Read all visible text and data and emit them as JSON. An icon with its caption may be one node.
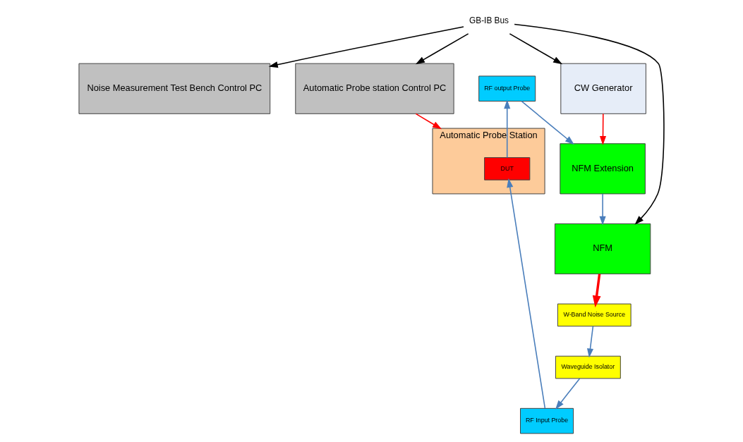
{
  "diagram": {
    "nodes": [
      {
        "text": [
          "Noise Measurement Test Bench Control PC"
        ]
      },
      {
        "text": [
          "Automatic Probe station Control PC"
        ]
      },
      {
        "text": [
          "CW Generator"
        ]
      },
      {
        "text": [
          "NFM"
        ]
      },
      {
        "text": [
          "NFM Extension"
        ]
      },
      {
        "text": [
          "Automatic Probe Station"
        ]
      },
      {
        "text": [
          "DUT"
        ],
        "in": 5
      },
      {
        "text": [
          "W-Band Noise Source"
        ]
      },
      {
        "text": [
          "Waveguide Isolator"
        ]
      },
      {
        "text": [
          "RF Input Probe"
        ]
      },
      {
        "text": [
          "RF output Probe"
        ]
      },
      {
        "text": [
          "GB-IB Bus"
        ]
      }
    ],
    "edges": [
      {
        "from": 11,
        "to": 0,
        "arrow": "to",
        "color": "#000000"
      },
      {
        "from": 11,
        "to": 3,
        "arrow": "to",
        "color": "#000000"
      },
      {
        "from": 11,
        "to": 1,
        "arrow": "to",
        "color": "#000000"
      },
      {
        "from": 11,
        "to": 2,
        "arrow": "to",
        "color": "#000000"
      },
      {
        "from": 1,
        "to": 5,
        "arrow": "to",
        "color": "#ff0000"
      },
      {
        "from": 2,
        "to": 4,
        "arrow": "to",
        "color": "#ff0000"
      },
      {
        "from": 4,
        "to": 3,
        "arrow": "to"
      },
      {
        "from": 3,
        "to": 7,
        "arrow": "to",
        "style": "thick",
        "color": "#ff0000"
      },
      {
        "from": 7,
        "to": 8,
        "arrow": "to"
      },
      {
        "from": 8,
        "to": 9,
        "arrow": "to"
      },
      {
        "from": 9,
        "to": 6,
        "arrow": "to"
      },
      {
        "from": 6,
        "to": 10,
        "arrow": "to"
      },
      {
        "from": 10,
        "to": 4,
        "arrow": "to"
      }
    ]
  }
}
